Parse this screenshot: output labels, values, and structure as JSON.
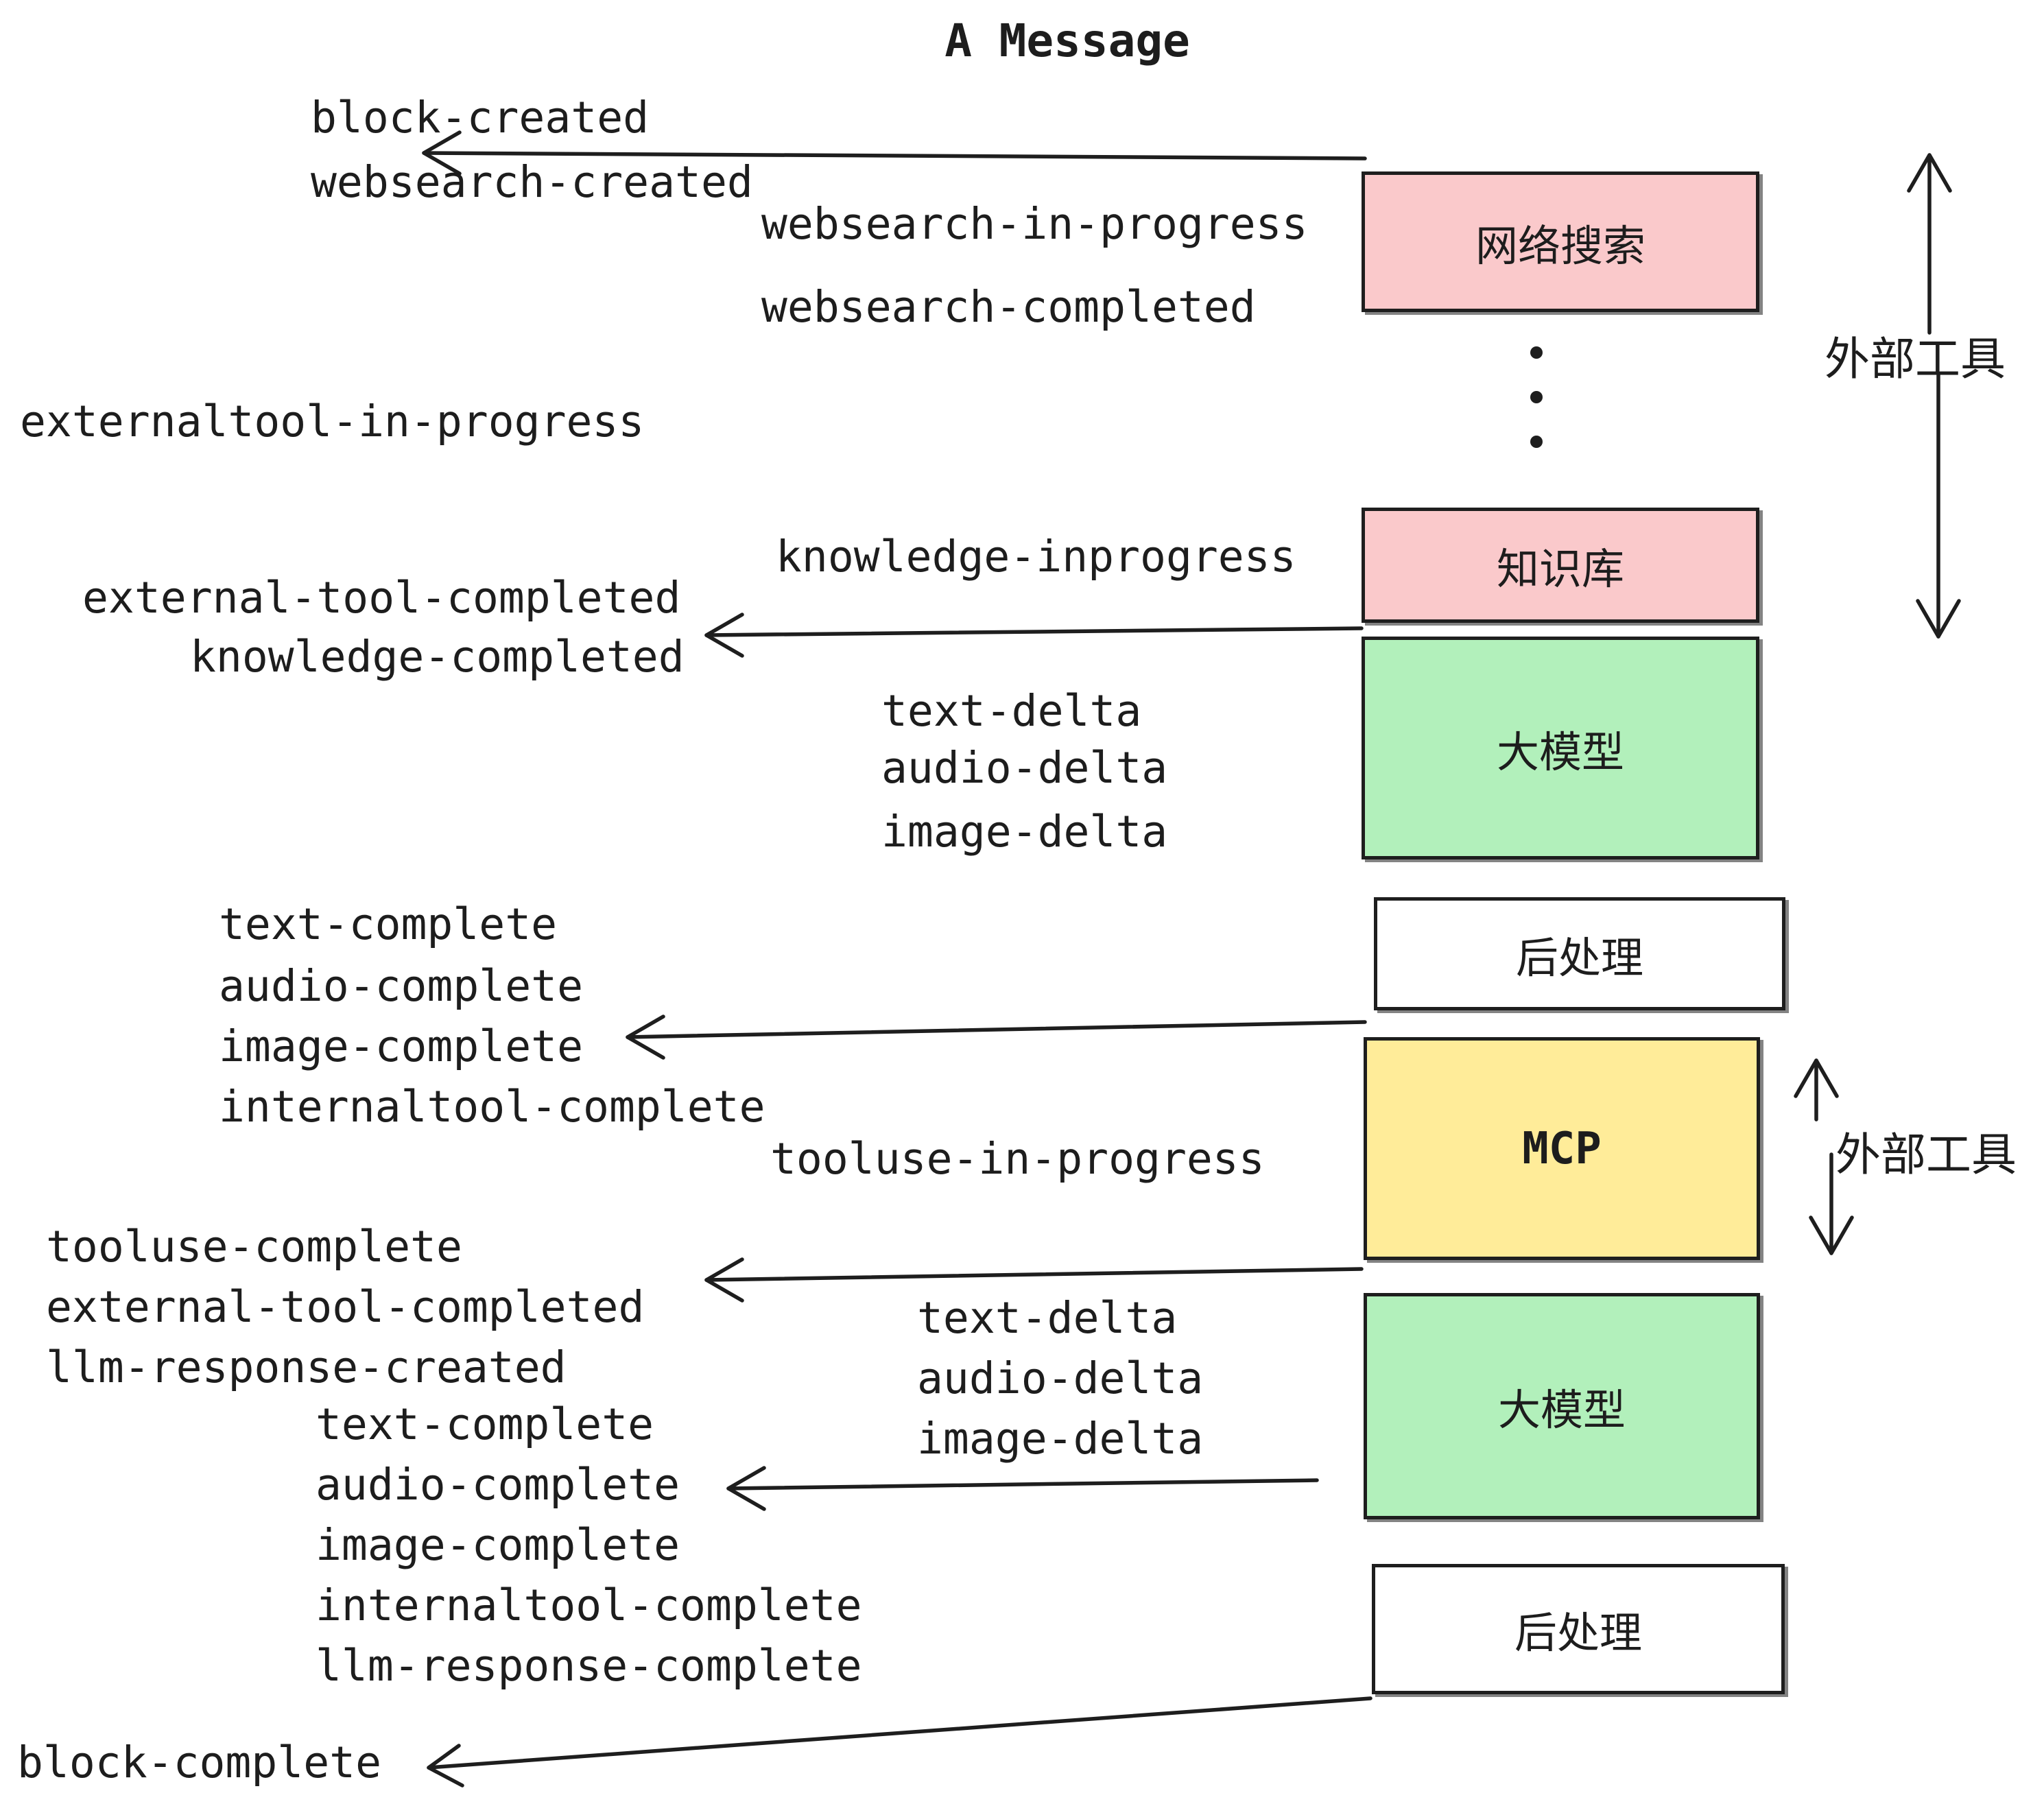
{
  "title": "A Message",
  "colors": {
    "pink": "#fac9cb",
    "green": "#b2f0bb",
    "yellow": "#ffec99",
    "white": "#ffffff",
    "ink": "#1e1e1e"
  },
  "boxes": [
    {
      "id": "websearch",
      "label": "网络搜索"
    },
    {
      "id": "knowledge",
      "label": "知识库"
    },
    {
      "id": "llm-1",
      "label": "大模型"
    },
    {
      "id": "postprocess-1",
      "label": "后处理"
    },
    {
      "id": "mcp",
      "label": "MCP"
    },
    {
      "id": "llm-2",
      "label": "大模型"
    },
    {
      "id": "postprocess-2",
      "label": "后处理"
    }
  ],
  "annotations": {
    "external_tools_top": "外部工具",
    "external_tools_mid": "外部工具"
  },
  "events": {
    "block_created": "block-created",
    "websearch_created": "websearch-created",
    "websearch_in_progress": "websearch-in-progress",
    "websearch_completed": "websearch-completed",
    "externaltool_in_progress": "externaltool-in-progress",
    "knowledge_inprogress": "knowledge-inprogress",
    "external_tool_completed": "external-tool-completed",
    "knowledge_completed": "knowledge-completed",
    "text_delta": "text-delta",
    "audio_delta": "audio-delta",
    "image_delta": "image-delta",
    "text_complete": "text-complete",
    "audio_complete": "audio-complete",
    "image_complete": "image-complete",
    "internaltool_complete": "internaltool-complete",
    "tooluse_in_progress": "tooluse-in-progress",
    "tooluse_complete": "tooluse-complete",
    "llm_response_created": "llm-response-created",
    "llm_response_complete": "llm-response-complete",
    "block_complete": "block-complete"
  }
}
